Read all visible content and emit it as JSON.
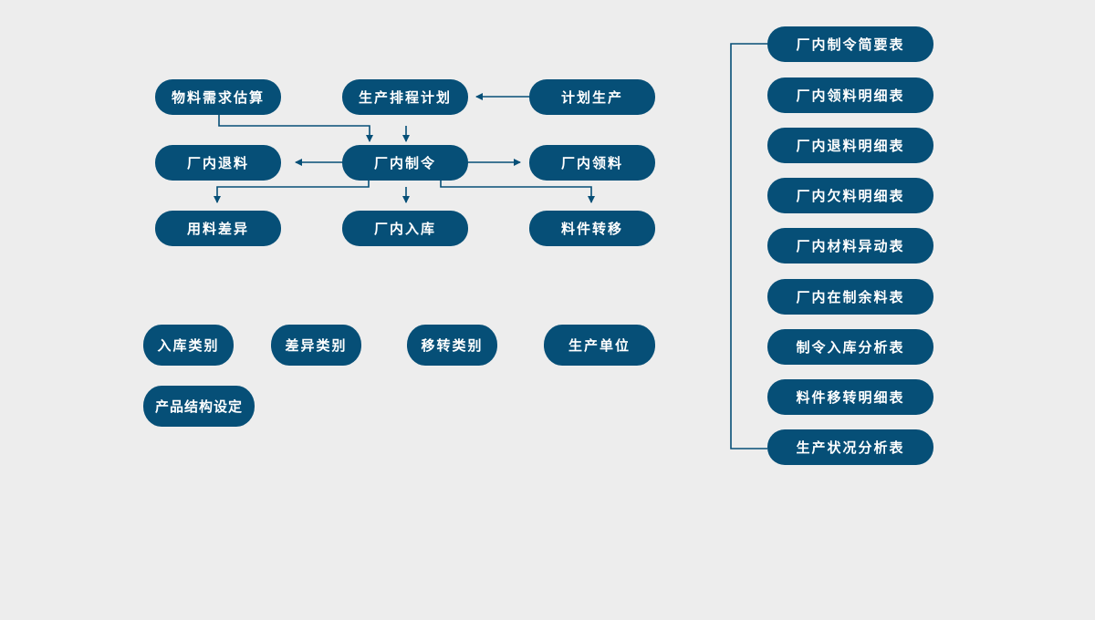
{
  "flow": {
    "material_estimate": "物料需求估算",
    "schedule_plan": "生产排程计划",
    "plan_production": "计划生产",
    "return_material": "厂内退料",
    "work_order": "厂内制令",
    "issue_material": "厂内领料",
    "usage_variance": "用料差异",
    "warehouse_in": "厂内入库",
    "part_transfer": "料件转移"
  },
  "settings": [
    "入库类别",
    "差异类别",
    "移转类别",
    "生产单位",
    "产品结构设定"
  ],
  "reports": [
    "厂内制令简要表",
    "厂内领料明细表",
    "厂内退料明细表",
    "厂内欠料明细表",
    "厂内材料异动表",
    "厂内在制余料表",
    "制令入库分析表",
    "料件移转明细表",
    "生产状况分析表"
  ],
  "colors": {
    "node": "#064f77",
    "background": "#ededed"
  }
}
